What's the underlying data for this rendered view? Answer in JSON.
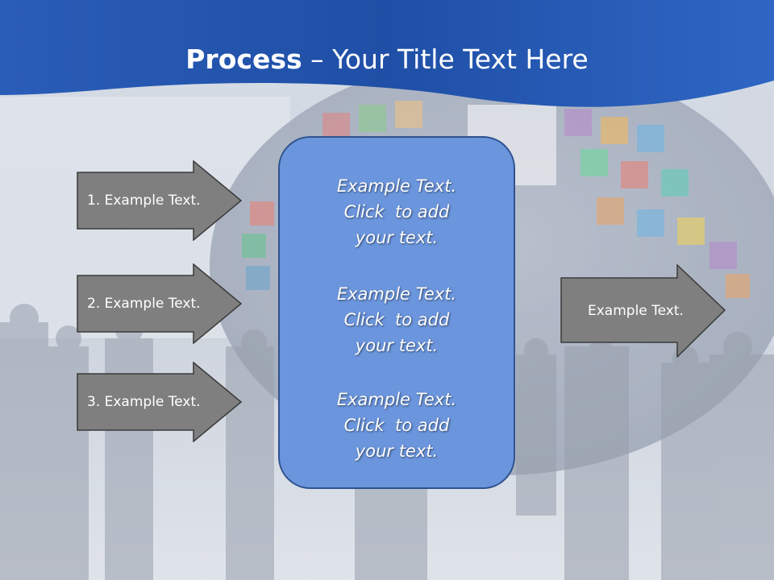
{
  "slide": {
    "title_bold": "Process",
    "title_rest": " – Your Title Text Here",
    "left_arrows": [
      {
        "label": "1. Example Text."
      },
      {
        "label": "2. Example Text."
      },
      {
        "label": "3. Example Text."
      }
    ],
    "center_blocks": [
      {
        "line1": "Example Text.",
        "line2": "Click  to add",
        "line3": "your text."
      },
      {
        "line1": "Example Text.",
        "line2": "Click  to add",
        "line3": "your text."
      },
      {
        "line1": "Example Text.",
        "line2": "Click  to add",
        "line3": "your text."
      }
    ],
    "right_arrow": {
      "label": "Example Text."
    }
  },
  "colors": {
    "header_blue": "#2456b0",
    "arrow_fill": "#7f7f7f",
    "panel_fill": "#6b95dc",
    "panel_border": "#2f528f"
  }
}
